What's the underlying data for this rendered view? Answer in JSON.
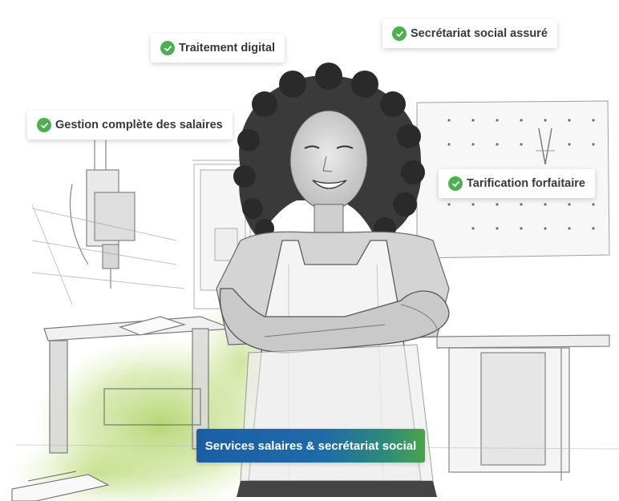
{
  "badges": {
    "gestion": {
      "label": "Gestion complète des salaires",
      "icon": "check-circle-icon"
    },
    "traitement": {
      "label": "Traitement digital",
      "icon": "check-circle-icon"
    },
    "secretariat": {
      "label": "Secrétariat social assuré",
      "icon": "check-circle-icon"
    },
    "tarification": {
      "label": "Tarification forfaitaire",
      "icon": "check-circle-icon"
    }
  },
  "cta": {
    "label": "Services salaires & secrétariat social"
  },
  "colors": {
    "check_green": "#4caf50",
    "cta_blue": "#1a5fa6",
    "cta_green": "#4aa34a",
    "watercolor_green": "#a8cc5a"
  }
}
